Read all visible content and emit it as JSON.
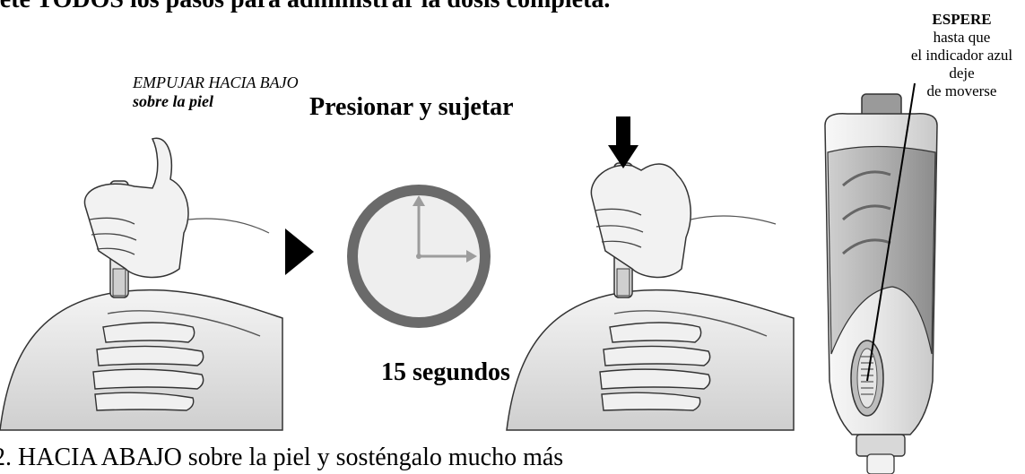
{
  "header": {
    "instruction": "lete TODOS los pasos para administrar la dosis completa."
  },
  "step_left": {
    "line1": "EMPUJAR HACIA BAJO",
    "line2": "sobre la piel"
  },
  "step_middle": {
    "title": "Presionar y sujetar",
    "duration": "15 segundos"
  },
  "callout": {
    "line1": "ESPERE",
    "line2": "hasta que",
    "line3": "el indicador azul",
    "line4": "deje",
    "line5": "de moverse"
  },
  "footer": {
    "text": "2. HACIA ABAJO sobre la piel y sosténgalo mucho más"
  },
  "colors": {
    "clock_ring": "#6a6a6a",
    "clock_face": "#eeeeee",
    "clock_hands": "#9c9c9c",
    "device_body": "#e0e0e0",
    "device_grip": "#b3b3b3"
  },
  "icons": [
    "hand-pressing-pen-icon",
    "arrow-right-icon",
    "clock-icon",
    "down-arrow-icon",
    "injector-pen-icon"
  ]
}
